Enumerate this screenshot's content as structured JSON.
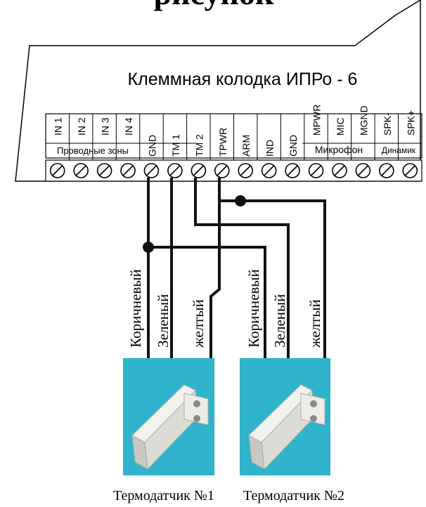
{
  "top_title_fragment": "рисунок",
  "block_title": "Клеммная колодка ИПРо - 6",
  "terminals": [
    "IN 1",
    "IN 2",
    "IN 3",
    "IN 4",
    "GND",
    "TM 1",
    "TM 2",
    "TPWR",
    "ARM",
    "IND",
    "GND",
    "MPWR",
    "MIC",
    "MGND",
    "SPK-",
    "SPK+"
  ],
  "groups": {
    "wired_zones": "Проводные зоны",
    "microphone": "Микрофон",
    "speaker": "Динамик"
  },
  "wires": {
    "s1": [
      "Коричневый",
      "Зеленый",
      "желтый"
    ],
    "s2": [
      "Коричневый",
      "Зеленый",
      "желтый"
    ]
  },
  "sensors": [
    "Термодатчик №1",
    "Термодатчик №2"
  ],
  "colors": {
    "sensor_bg": "#2fb4cc",
    "sensor_body": "#e8e8e4",
    "line": "#111111"
  }
}
